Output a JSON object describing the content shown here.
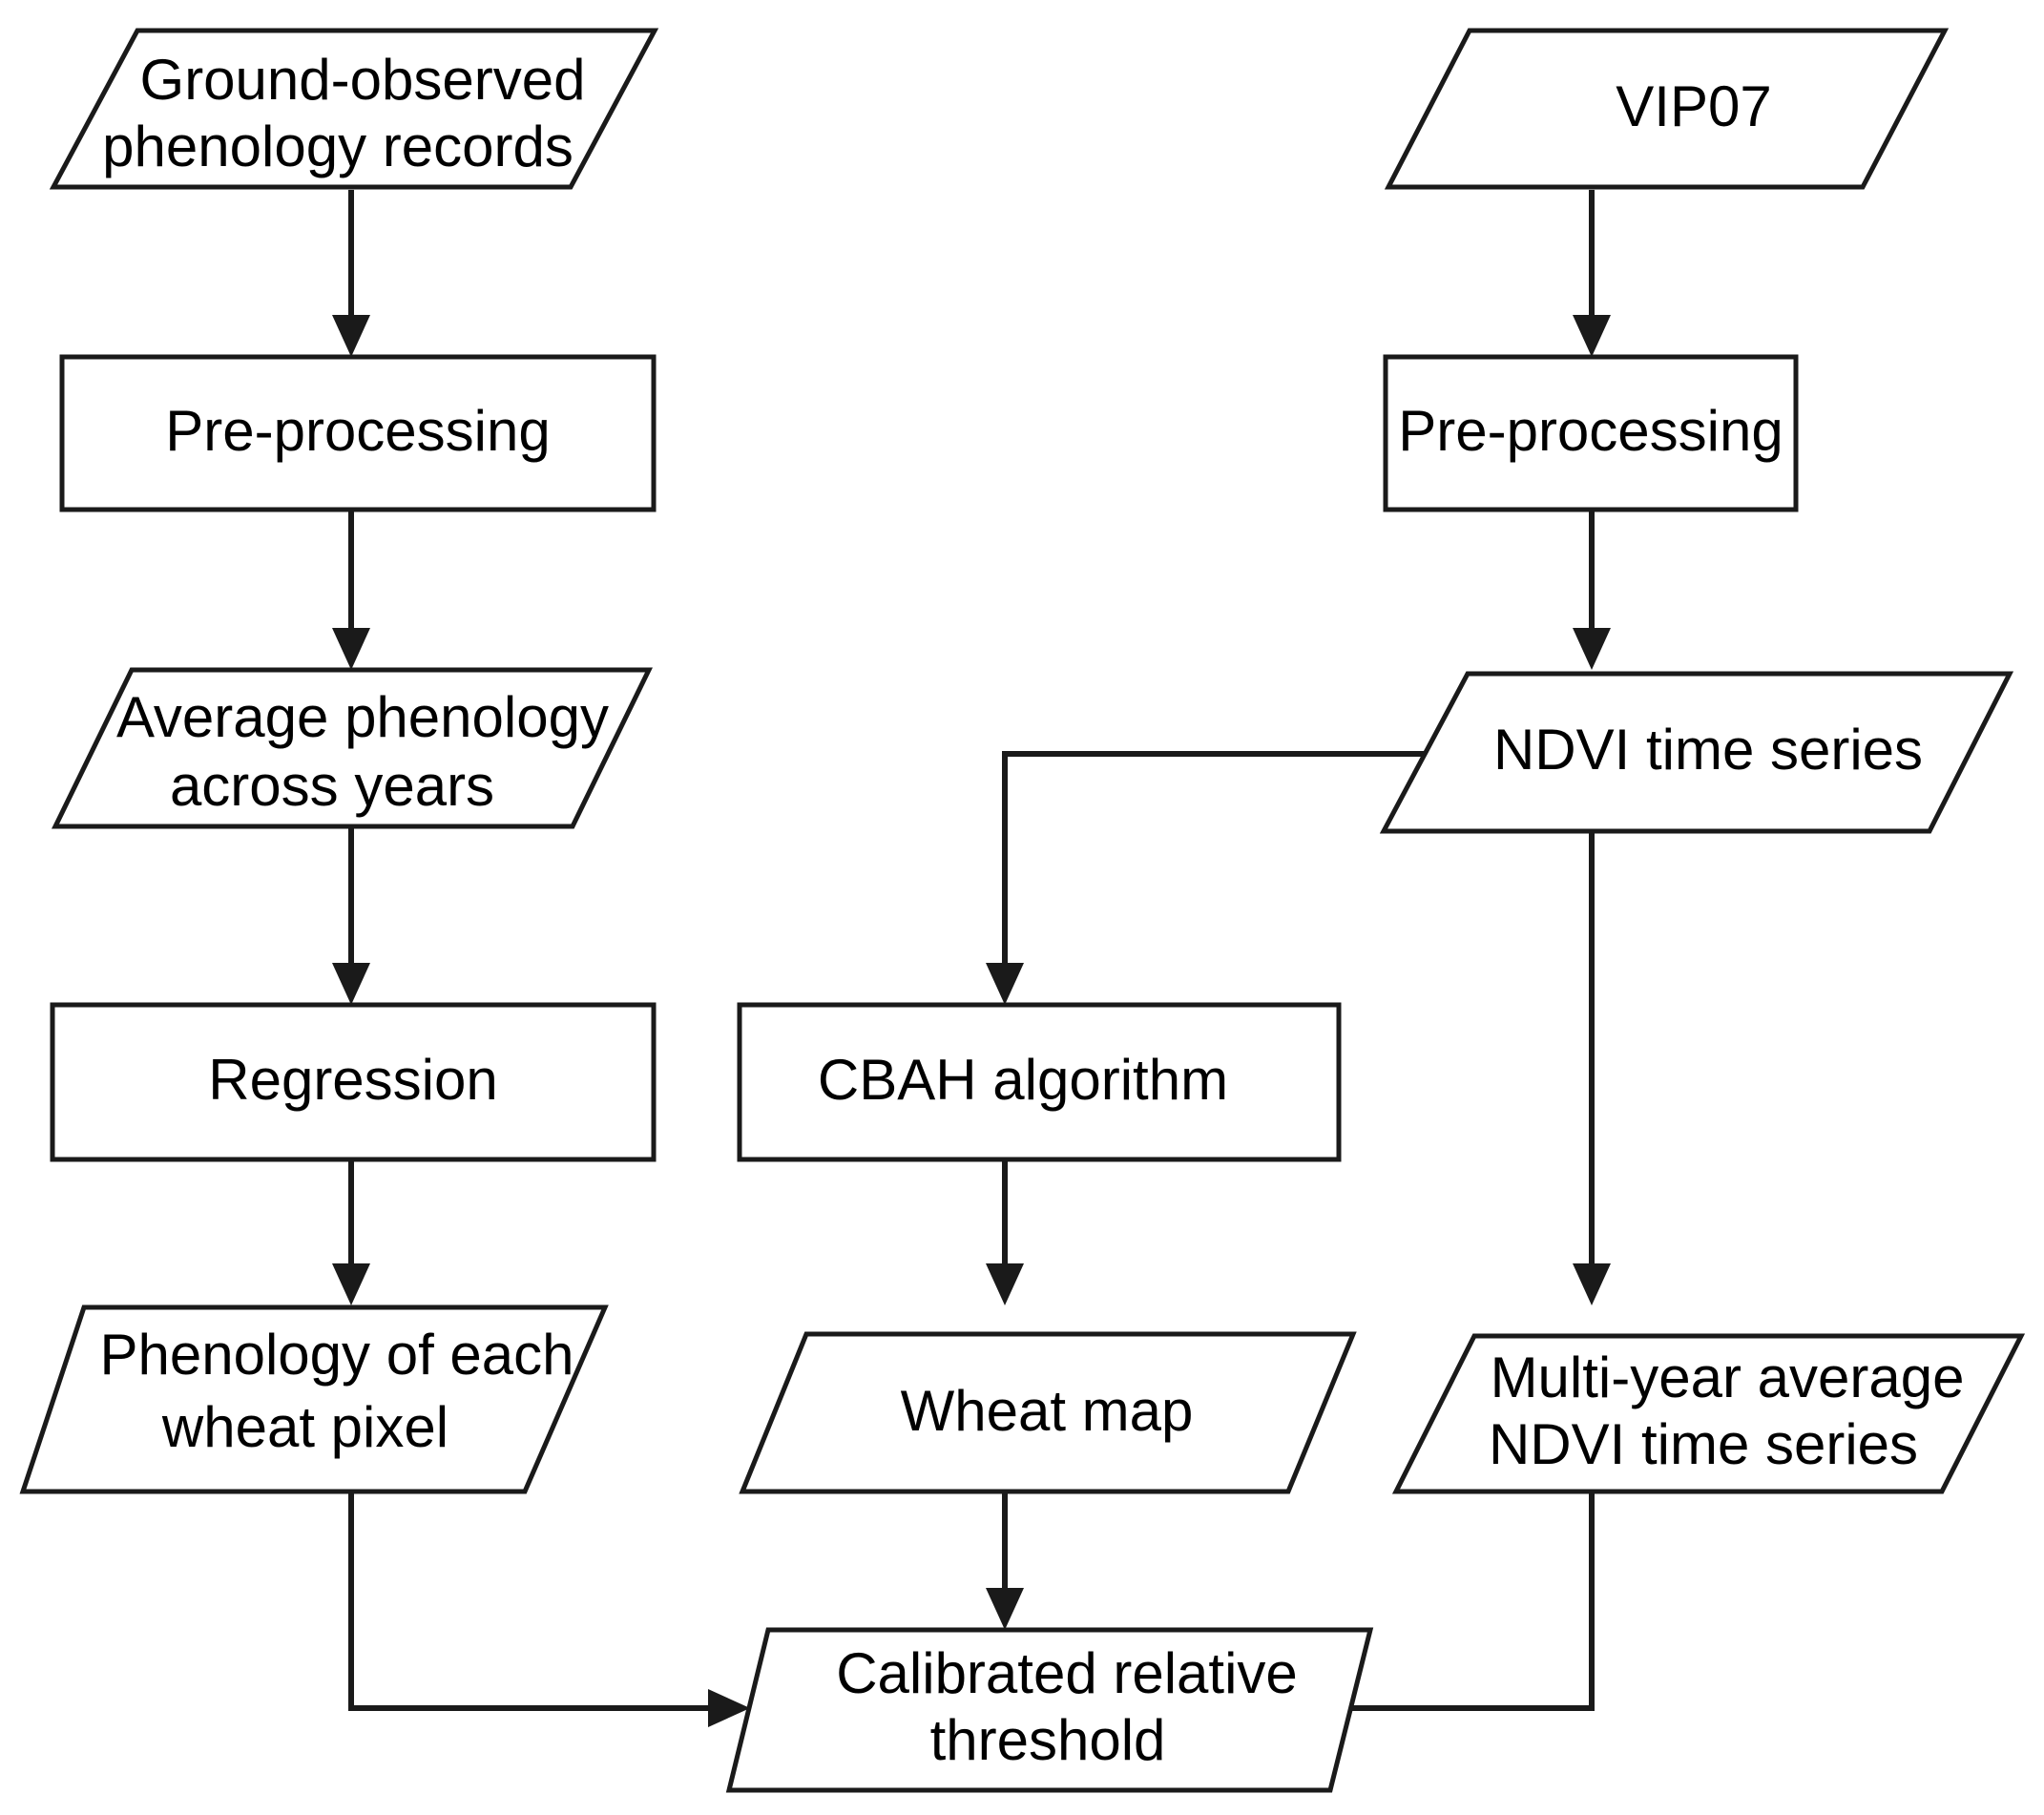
{
  "diagram": {
    "title": "Wheat phenology calibration workflow flowchart",
    "background_color": "#ffffff",
    "line_color": "#1a1a1a",
    "text_color": "#000000",
    "nodes": {
      "ground_observed": {
        "shape": "parallelogram",
        "line1": "Ground-observed",
        "line2": "phenology records"
      },
      "preprocessing_left": {
        "shape": "rectangle",
        "line1": "Pre-processing"
      },
      "average_phenology": {
        "shape": "parallelogram",
        "line1": "Average phenology",
        "line2": "across years"
      },
      "regression": {
        "shape": "rectangle",
        "line1": "Regression"
      },
      "phenology_pixel": {
        "shape": "parallelogram",
        "line1": "Phenology of each",
        "line2": "wheat pixel"
      },
      "cbah_algorithm": {
        "shape": "rectangle",
        "line1": "CBAH algorithm"
      },
      "wheat_map": {
        "shape": "parallelogram",
        "line1": "Wheat map"
      },
      "vip07": {
        "shape": "parallelogram",
        "line1": "VIP07"
      },
      "preprocessing_right": {
        "shape": "rectangle",
        "line1": "Pre-processing"
      },
      "ndvi_time_series": {
        "shape": "parallelogram",
        "line1": "NDVI time series"
      },
      "multi_year_ndvi": {
        "shape": "parallelogram",
        "line1": "Multi-year average",
        "line2": "NDVI time series"
      },
      "calibrated_threshold": {
        "shape": "parallelogram",
        "line1": "Calibrated relative",
        "line2": "threshold"
      }
    },
    "edges": [
      {
        "from": "ground_observed",
        "to": "preprocessing_left",
        "arrow": "down"
      },
      {
        "from": "preprocessing_left",
        "to": "average_phenology",
        "arrow": "down"
      },
      {
        "from": "average_phenology",
        "to": "regression",
        "arrow": "down"
      },
      {
        "from": "regression",
        "to": "phenology_pixel",
        "arrow": "down"
      },
      {
        "from": "phenology_pixel",
        "to": "calibrated_threshold",
        "arrow": "right"
      },
      {
        "from": "vip07",
        "to": "preprocessing_right",
        "arrow": "down"
      },
      {
        "from": "preprocessing_right",
        "to": "ndvi_time_series",
        "arrow": "down"
      },
      {
        "from": "ndvi_time_series",
        "to": "cbah_algorithm",
        "arrow": "down"
      },
      {
        "from": "ndvi_time_series",
        "to": "multi_year_ndvi",
        "arrow": "down"
      },
      {
        "from": "cbah_algorithm",
        "to": "wheat_map",
        "arrow": "down"
      },
      {
        "from": "wheat_map",
        "to": "calibrated_threshold",
        "arrow": "down"
      },
      {
        "from": "multi_year_ndvi",
        "to": "calibrated_threshold",
        "arrow": "left"
      }
    ]
  }
}
